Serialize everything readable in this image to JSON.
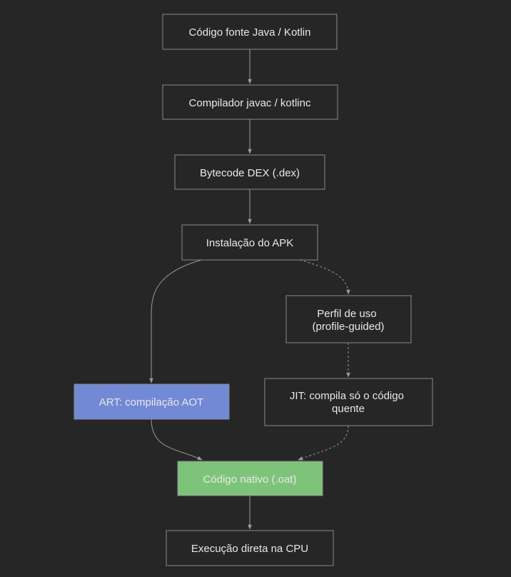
{
  "colors": {
    "background": "#262626",
    "border": "#8a8a8a",
    "edge": "#9a9a9a",
    "text": "#e8e8e8",
    "aot_fill": "#7289d6",
    "native_fill": "#7dc47a"
  },
  "nodes": {
    "source": {
      "lines": [
        "Código fonte Java / Kotlin"
      ]
    },
    "compiler": {
      "lines": [
        "Compilador javac / kotlinc"
      ]
    },
    "bytecode": {
      "lines": [
        "Bytecode DEX (.dex)"
      ]
    },
    "install": {
      "lines": [
        "Instalação do APK"
      ]
    },
    "profile": {
      "lines": [
        "Perfil de uso",
        "(profile-guided)"
      ]
    },
    "aot": {
      "lines": [
        "ART: compilação AOT"
      ]
    },
    "jit": {
      "lines": [
        "JIT: compila só o código",
        "quente"
      ]
    },
    "native": {
      "lines": [
        "Código nativo (.oat)"
      ]
    },
    "exec": {
      "lines": [
        "Execução direta na CPU"
      ]
    }
  }
}
